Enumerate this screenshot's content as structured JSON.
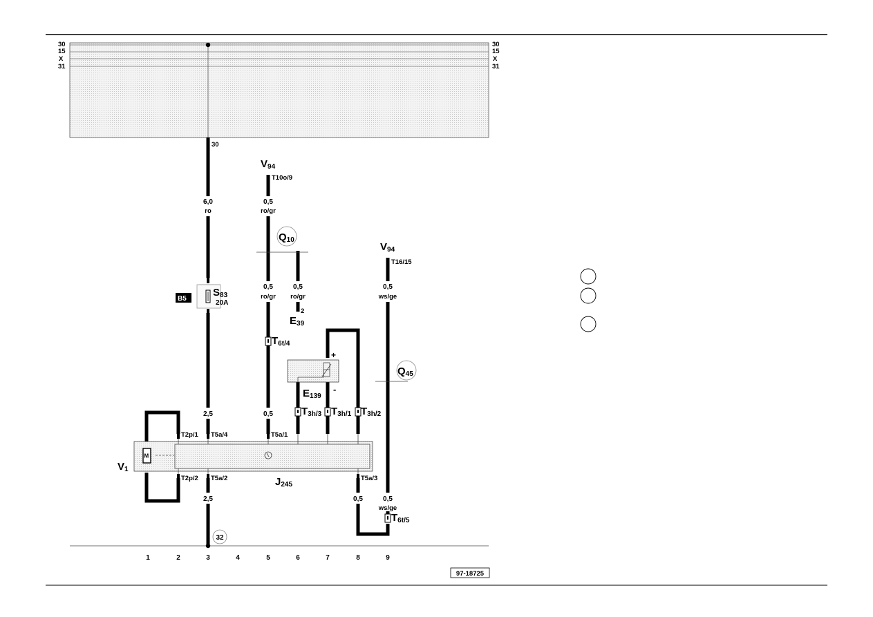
{
  "rails": {
    "left": [
      "30",
      "15",
      "X",
      "31"
    ],
    "right": [
      "30",
      "15",
      "X",
      "31"
    ],
    "tap_label": "30"
  },
  "wires": {
    "w1": {
      "size": "6,0",
      "color": "ro"
    },
    "w2": {
      "size": "0,5",
      "color": "ro/gr"
    },
    "w3": {
      "size": "0,5",
      "color": "ro/gr"
    },
    "w4": {
      "size": "0,5",
      "color": "ro/gr"
    },
    "w5": {
      "size": "0,5",
      "color": "ws/ge"
    },
    "w6": {
      "size": "2,5"
    },
    "w7": {
      "size": "0,5"
    },
    "w8": {
      "size": "2,5"
    },
    "w9": {
      "size": "0,5"
    },
    "w10": {
      "size": "0,5",
      "color": "ws/ge"
    }
  },
  "components": {
    "v94_a": {
      "letter": "V",
      "sub": "94",
      "pin": "T10o/9"
    },
    "v94_b": {
      "letter": "V",
      "sub": "94",
      "pin": "T16/15"
    },
    "q10": {
      "letter": "Q",
      "sub": "10"
    },
    "q45": {
      "letter": "Q",
      "sub": "45"
    },
    "e39": {
      "letter": "E",
      "sub": "39",
      "pin": "2"
    },
    "e139": {
      "letter": "E",
      "sub": "139",
      "plus": "+",
      "minus": "-"
    },
    "s83": {
      "letter": "S",
      "sub": "83",
      "rating": "20A",
      "tag": "B5"
    },
    "v1": {
      "letter": "V",
      "sub": "1",
      "motor": "M"
    },
    "j245": {
      "letter": "J",
      "sub": "245"
    },
    "ground": "32"
  },
  "connectors": {
    "t6t4": {
      "letter": "T",
      "sub": "6t/4"
    },
    "t3h3": {
      "letter": "T",
      "sub": "3h/3"
    },
    "t3h1": {
      "letter": "T",
      "sub": "3h/1"
    },
    "t3h2": {
      "letter": "T",
      "sub": "3h/2"
    },
    "t6t5": {
      "letter": "T",
      "sub": "6t/5"
    },
    "t2p1": "T2p/1",
    "t5a4": "T5a/4",
    "t5a1": "T5a/1",
    "t2p2": "T2p/2",
    "t5a2": "T5a/2",
    "t5a3": "T5a/3"
  },
  "columns": [
    "1",
    "2",
    "3",
    "4",
    "5",
    "6",
    "7",
    "8",
    "9"
  ],
  "diagram_id": "97-18725",
  "colors": {
    "line": "#000000",
    "housing_fill": "#ececec"
  }
}
